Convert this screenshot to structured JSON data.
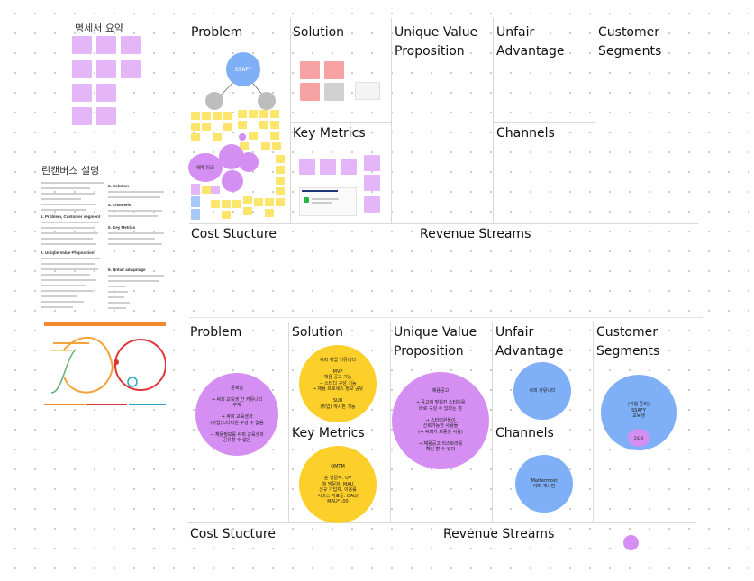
{
  "left": {
    "summary_title": "명세서 요약",
    "canvas_title": "린캔버스 설명",
    "doc_sections": [
      "1. Problem, Customer segment",
      "2. Unique Value Proposition",
      "2. Solution",
      "4. Channels",
      "5. Key Metrics",
      "6. Unfair advantage"
    ]
  },
  "top_canvas": {
    "problem": "Problem",
    "solution": "Solution",
    "uvp": "Unique Value Proposition",
    "unfair": "Unfair Advantage",
    "customer": "Customer Segments",
    "key_metrics": "Key Metrics",
    "channels": "Channels",
    "cost": "Cost Stucture",
    "revenue": "Revenue Streams",
    "root_node": "SSAFY",
    "node_circle": "애투워크"
  },
  "bottom_canvas": {
    "problem": "Problem",
    "solution": "Solution",
    "uvp": "Unique Value Proposition",
    "unfair": "Unfair Advantage",
    "customer": "Customer Segments",
    "key_metrics": "Key Metrics",
    "channels": "Channels",
    "cost": "Cost Stucture",
    "revenue": "Revenue Streams",
    "problem_circle": "문제점\n\n→ 싸피 교육생 간 커뮤니티\n부재\n\n→ 싸피 교육생과\n(취업)스터디원 구성 수 없음\n\n→ 채용정보를 싸피 교육생과\n공유할 수 없음",
    "solution_circle": "싸피 취업 커뮤니티\n\nMVP\n채용 공고 기능\n→ 스터디 구성 기능\n→ 채용 프로세스 정보 공유\n\nSUB\n(취업) 게시판 기능",
    "uvp_circle": "채용공고\n\n→ 공고에 맞춰진 스터디를\n바로 구성 수 있다는 점\n\n→ 스터디원들이\n신뢰가능한 사람들\n(→ 싸피가 보증한 사람)\n\n→ 채용공고 리스트라를\n확인 할 수 있다",
    "unfair_circle": "싸피 커뮤니티",
    "customer_circle": "(취업 준비)\nSSAFY\n교육생",
    "customer_small": "2024",
    "metrics_circle": "OMTM\n\n순 방문자: UV\n월 방문자: MAU\n신규 가입자, 이용률\n서비스 지표들: DAU/\nMAU*100",
    "channels_circle": "Mattermost\n싸피 게시판"
  },
  "colors": {
    "purple": "#d58ef2",
    "yellow": "#fdcf2a",
    "blue": "#7fb0f7",
    "gray_node": "#bdbdbd",
    "sticky_purple": "#e5b6f7",
    "sticky_yellow": "#fbe56b",
    "sticky_blue": "#a7c7f7",
    "sticky_pink": "#f7a3a3"
  }
}
